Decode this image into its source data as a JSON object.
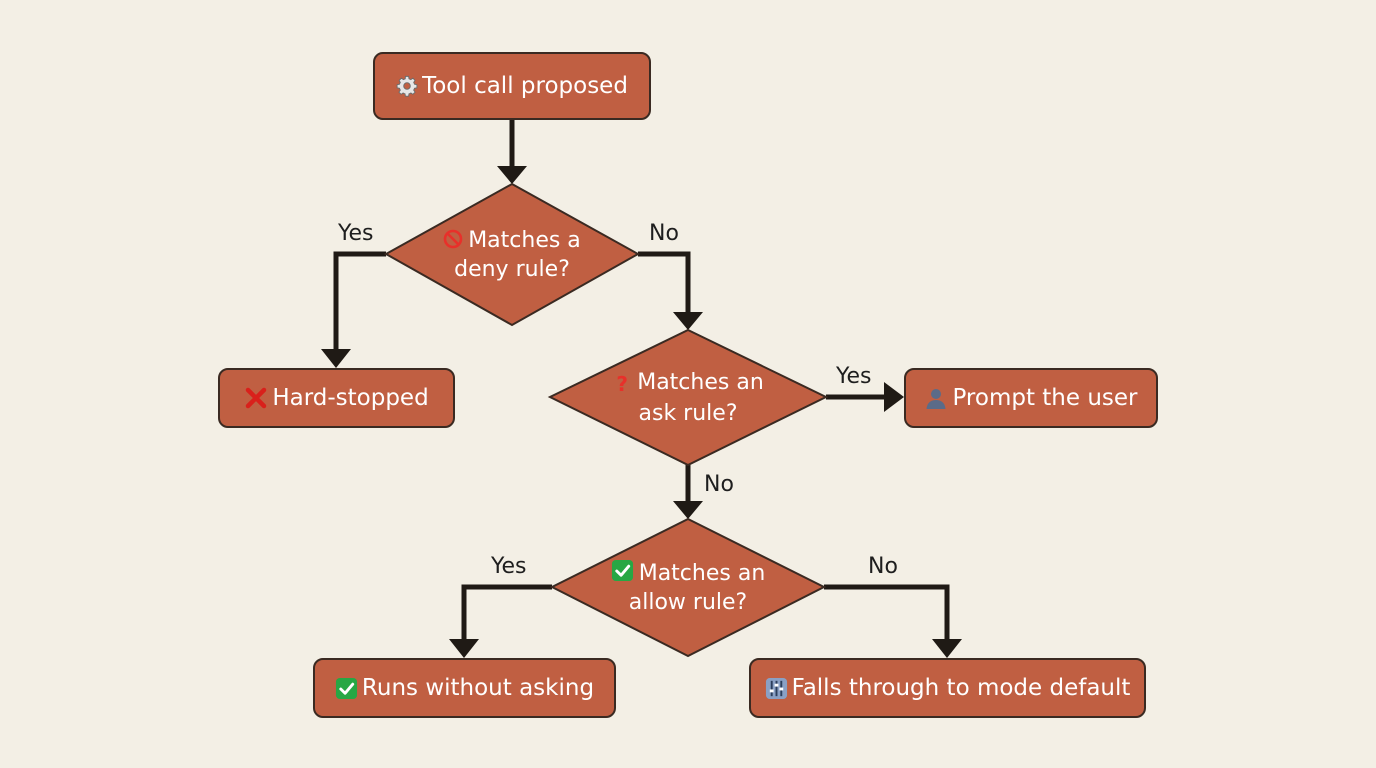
{
  "nodes": {
    "start": {
      "label": "Tool call proposed",
      "icon": "gear-icon"
    },
    "deny_check": {
      "line1": "Matches a",
      "line2": "deny rule?",
      "icon": "prohibited-icon"
    },
    "hard_stopped": {
      "label": "Hard-stopped",
      "icon": "cross-mark-icon"
    },
    "ask_check": {
      "line1": "Matches an",
      "line2": "ask rule?",
      "icon": "question-mark-icon"
    },
    "prompt_user": {
      "label": "Prompt the user",
      "icon": "user-silhouette-icon"
    },
    "allow_check": {
      "line1": "Matches an",
      "line2": "allow rule?",
      "icon": "check-mark-icon"
    },
    "runs": {
      "label": "Runs without asking",
      "icon": "check-mark-icon"
    },
    "falls": {
      "label": "Falls through to mode default",
      "icon": "sliders-icon"
    }
  },
  "edges": {
    "deny_yes": "Yes",
    "deny_no": "No",
    "ask_yes": "Yes",
    "ask_no": "No",
    "allow_yes": "Yes",
    "allow_no": "No"
  },
  "colors": {
    "background": "#f3efe5",
    "node_fill": "#c05f42",
    "node_border": "#3a2a22",
    "arrow": "#1f1a15",
    "text": "#ffffff",
    "label": "#1e1e1e",
    "check_green": "#27a744",
    "cross_red": "#d9201b"
  }
}
